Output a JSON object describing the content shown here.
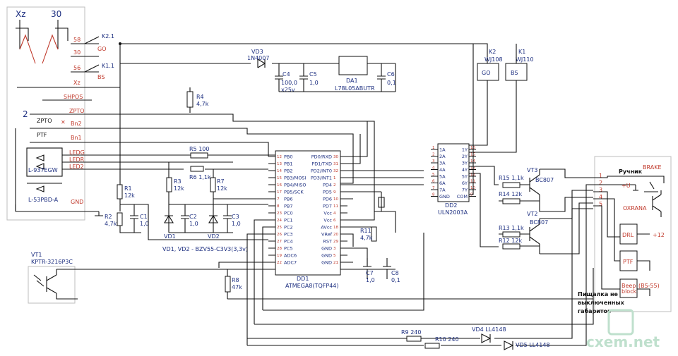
{
  "connector": {
    "top_labels": [
      "Xz",
      "30"
    ],
    "terminals": [
      "58",
      "30",
      "56",
      "Xz",
      "SHPOS",
      "ZPTO",
      "Bn2",
      "Bn1",
      "LEDG",
      "LEDR",
      "LED2",
      "GND"
    ],
    "left_label": "2",
    "zpto_label": "ZPTO",
    "ptf_label": "PTF"
  },
  "relays_left": {
    "k21": "K2.1",
    "k11": "K1.1",
    "go": "GO",
    "bs": "BS"
  },
  "leds": {
    "l937": "L-937EGW",
    "l53": "L-53PBD-A"
  },
  "vd3": {
    "name": "VD3",
    "part": "1N4007"
  },
  "caps": {
    "c4": [
      "C4",
      "100,0",
      "x25v"
    ],
    "c5": [
      "C5",
      "1,0"
    ],
    "c6": [
      "C6",
      "0,1"
    ],
    "c1": [
      "C1",
      "1,0"
    ],
    "c2": [
      "C2",
      "1,0"
    ],
    "c3": [
      "C3",
      "1,0"
    ],
    "c7": [
      "C7",
      "1,0"
    ],
    "c8": [
      "C8",
      "0,1"
    ]
  },
  "da1": {
    "name": "DA1",
    "part": "L78L05ABUTR"
  },
  "relays_right": {
    "k2": "K2",
    "k2p": "WJ108",
    "k2l": "GO",
    "k1": "K1",
    "k1p": "WJ110",
    "k1l": "BS"
  },
  "resistors": {
    "r4": [
      "R4",
      "4,7k"
    ],
    "r5": "R5  100",
    "r6": "R6  1,1k",
    "r3": [
      "R3",
      "12k"
    ],
    "r7": [
      "R7",
      "12k"
    ],
    "r1": [
      "R1",
      "12k"
    ],
    "r2": [
      "R2",
      "4,7k"
    ],
    "r8": [
      "R8",
      "47k"
    ],
    "r11": [
      "R11",
      "4,7k"
    ],
    "r15": "R15  1,1k",
    "r14": "R14  12k",
    "r13": "R13  1,1k",
    "r12": "R12  12k",
    "r9": "R9  240",
    "r10": "R10  240"
  },
  "diodes": {
    "vd1": "VD1",
    "vd2": "VD2",
    "zener_note": "VD1, VD2 - BZV55-C3V3(3,3v)",
    "vd4": "VD4  LL4148",
    "vd5": "VD5  LL4148"
  },
  "dd1": {
    "left_pins": [
      [
        "12",
        "PB0"
      ],
      [
        "13",
        "PB1"
      ],
      [
        "14",
        "PB2"
      ],
      [
        "15",
        "PB3/MOSI"
      ],
      [
        "16",
        "PB4/MISO"
      ],
      [
        "17",
        "PB5/SCK"
      ],
      [
        "7",
        "PB6"
      ],
      [
        "8",
        "PB7"
      ],
      [
        "23",
        "PC0"
      ],
      [
        "24",
        "PC1"
      ],
      [
        "25",
        "PC2"
      ],
      [
        "26",
        "PC3"
      ],
      [
        "27",
        "PC4"
      ],
      [
        "28",
        "PC5"
      ],
      [
        "19",
        "ADC6"
      ],
      [
        "22",
        "ADC7"
      ]
    ],
    "right_pins": [
      [
        "30",
        "PD0/RXD"
      ],
      [
        "31",
        "PD1/TXD"
      ],
      [
        "32",
        "PD2/INT0"
      ],
      [
        "1",
        "PD3/INT1"
      ],
      [
        "2",
        "PD4"
      ],
      [
        "9",
        "PD5"
      ],
      [
        "10",
        "PD6"
      ],
      [
        "11",
        "PD7"
      ],
      [
        "4",
        "Vcc"
      ],
      [
        "6",
        "Vcc"
      ],
      [
        "18",
        "AVcc"
      ],
      [
        "20",
        "VRef"
      ],
      [
        "29",
        "RST"
      ],
      [
        "3",
        "GND"
      ],
      [
        "5",
        "GND"
      ],
      [
        "21",
        "GND"
      ]
    ],
    "name": "DD1",
    "part": "ATMEGA8(TQFP44)"
  },
  "dd2": {
    "left_pins": [
      [
        "1",
        "1A"
      ],
      [
        "2",
        "2A"
      ],
      [
        "3",
        "3A"
      ],
      [
        "4",
        "4A"
      ],
      [
        "5",
        "5A"
      ],
      [
        "6",
        "6A"
      ],
      [
        "7",
        "7A"
      ],
      [
        "8",
        "GND"
      ]
    ],
    "right_pins": [
      [
        "16",
        "1Y"
      ],
      [
        "15",
        "2Y"
      ],
      [
        "14",
        "3Y"
      ],
      [
        "13",
        "4Y"
      ],
      [
        "12",
        "5Y"
      ],
      [
        "11",
        "6Y"
      ],
      [
        "10",
        "7Y"
      ],
      [
        "9",
        "COM"
      ]
    ],
    "name": "DD2",
    "part": "ULN2003A"
  },
  "transistors": {
    "vt3": [
      "VT3",
      "BC807"
    ],
    "vt2": [
      "VT2",
      "BC807"
    ],
    "vt1": [
      "VT1",
      "KPTR-3216P3C"
    ]
  },
  "right_panel": {
    "pins": [
      "1",
      "2",
      "3",
      "4",
      "5"
    ],
    "brake": "BRAKE",
    "ruchnik": "Ручник",
    "plus_u": "+U",
    "oxrana": "OXRANA",
    "drl": "DRL",
    "plus12": "+12",
    "ptf": "PTF",
    "beep1": "Beep",
    "beep2": "block",
    "beep_small": "(BS-55)",
    "note": [
      "Пищалка не",
      "выключенных",
      "габаритов"
    ]
  },
  "watermark": "cxem.net"
}
